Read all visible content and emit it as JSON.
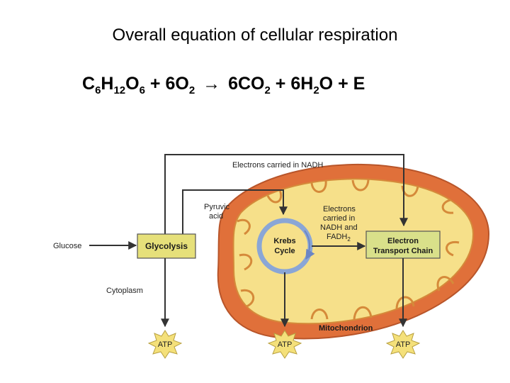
{
  "title": "Overall equation of cellular respiration",
  "equation": {
    "reactant1": {
      "c": "C",
      "c_sub": "6",
      "h": "H",
      "h_sub": "12",
      "o": "O",
      "o_sub": "6"
    },
    "plus1": "+",
    "reactant2": {
      "coef": "6O",
      "sub": "2"
    },
    "arrow": "→",
    "product1": {
      "coef": "6CO",
      "sub": "2"
    },
    "plus2": "+",
    "product2": {
      "coef": "6H",
      "sub": "2",
      "tail": "O"
    },
    "plus3": "+",
    "energy": "E"
  },
  "diagram": {
    "electrons_nadh": "Electrons carried in NADH",
    "pyruvic_line1": "Pyruvic",
    "pyruvic_line2": "acid",
    "glucose": "Glucose",
    "glycolysis": "Glycolysis",
    "krebs_line1": "Krebs",
    "krebs_line2": "Cycle",
    "electrons2_line1": "Electrons",
    "electrons2_line2": "carried in",
    "electrons2_line3": "NADH and",
    "electrons2_line4": "FADH",
    "electrons2_sub": "2",
    "etc_line1": "Electron",
    "etc_line2": "Transport Chain",
    "cytoplasm": "Cytoplasm",
    "mitochondrion": "Mitochondrion",
    "atp1": "ATP",
    "atp2": "ATP",
    "atp3": "ATP"
  },
  "colors": {
    "mito_outer": "#e0703a",
    "mito_inner": "#f6e08a",
    "box_fill": "#e6e07a",
    "krebs_ring": "#8aa6d6",
    "atp_burst": "#f4e07a"
  }
}
